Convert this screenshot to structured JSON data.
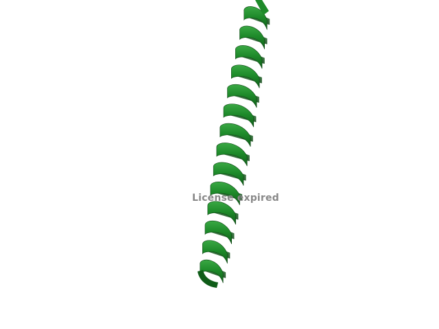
{
  "watermark": {
    "text": "License expired"
  },
  "structure": {
    "representation": "cartoon",
    "secondary_structure": "alpha-helix",
    "colors": {
      "background": "#ffffff",
      "helix_front": "#1e8a2a",
      "helix_back": "#0f5c18",
      "helix_highlight": "#3aa844",
      "helix_shadow": "#0a4410",
      "watermark": "#888888"
    }
  }
}
